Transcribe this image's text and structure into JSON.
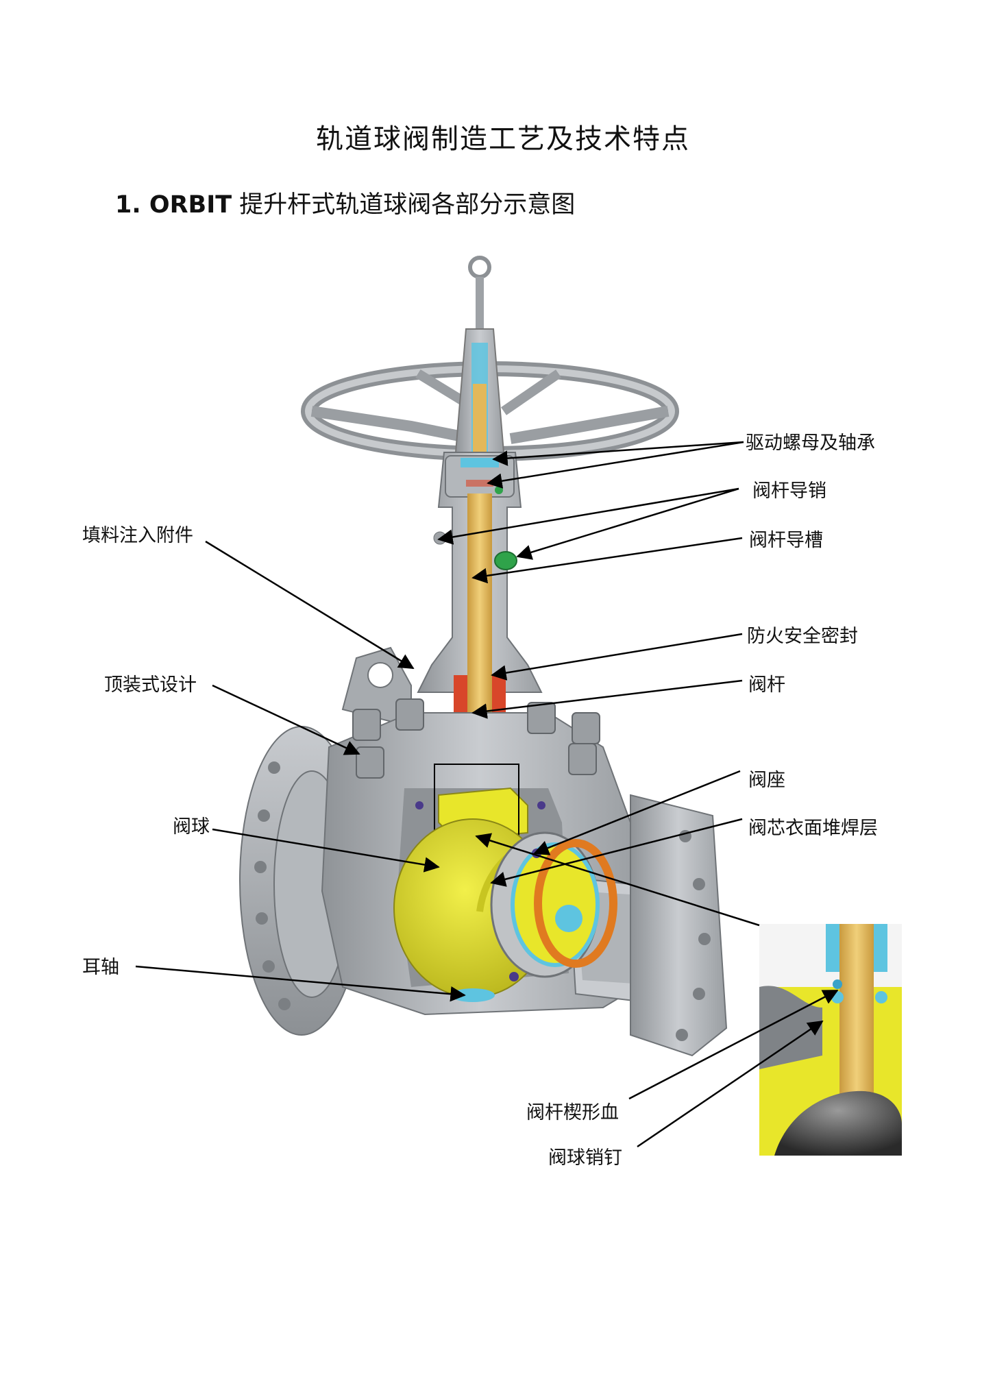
{
  "title": "轨道球阀制造工艺及技术特点",
  "section": {
    "number": "1. ORBIT",
    "heading": "提升杆式轨道球阀各部分示意图"
  },
  "labels": {
    "drive_nut_bearing": "驱动螺母及轴承",
    "stem_guide_pin": "阀杆导销",
    "stem_guide_slot": "阀杆导槽",
    "packing_injection": "填料注入附件",
    "fire_safe_seal": "防火安全密封",
    "top_entry": "顶装式设计",
    "stem": "阀杆",
    "seat": "阀座",
    "ball": "阀球",
    "core_overlay": "阀芯衣面堆焊层",
    "trunnion": "耳轴",
    "stem_wedge": "阀杆楔形血",
    "ball_pin": "阀球销钉"
  },
  "colors": {
    "body_gray": "#a9adb1",
    "ball_yellow": "#e8e62a",
    "stem_tan": "#e3b85a",
    "seal_cyan": "#5ec4e0",
    "seat_orange": "#e07a20",
    "packing_red": "#d8462a",
    "guide_green": "#2fa34a"
  }
}
